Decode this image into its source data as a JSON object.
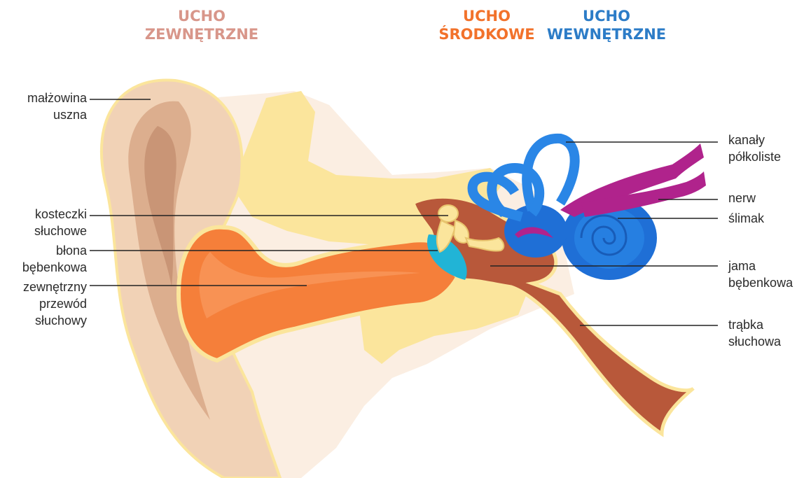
{
  "sections": {
    "outer": {
      "line1": "UCHO",
      "line2": "ZEWNĘTRZNE"
    },
    "middle": {
      "line1": "UCHO",
      "line2": "ŚRODKOWE"
    },
    "inner": {
      "line1": "UCHO",
      "line2": "WEWNĘTRZNE"
    }
  },
  "labels": {
    "malzowina": [
      "małżowina",
      "uszna"
    ],
    "kosteczki": [
      "kosteczki",
      "słuchowe"
    ],
    "blona": [
      "błona",
      "bębenkowa"
    ],
    "przewod": [
      "zewnętrzny",
      "przewód",
      "słuchowy"
    ],
    "kanaly": [
      "kanały",
      "półkoliste"
    ],
    "nerw": [
      "nerw"
    ],
    "slimak": [
      "ślimak"
    ],
    "jama": [
      "jama",
      "bębenkowa"
    ],
    "trabka": [
      "trąbka",
      "słuchowa"
    ]
  },
  "colors": {
    "outer_title": "#d8968a",
    "middle_title": "#f2722b",
    "inner_title": "#2c7cc7",
    "skin": "#f6dcc6",
    "ear_canal": "#f57f3a",
    "bone": "#fbe59c",
    "cavity": "#b8583a",
    "eardrum": "#21b4d6",
    "inner_ear": "#1f6fd6",
    "nerve": "#b0238c"
  }
}
